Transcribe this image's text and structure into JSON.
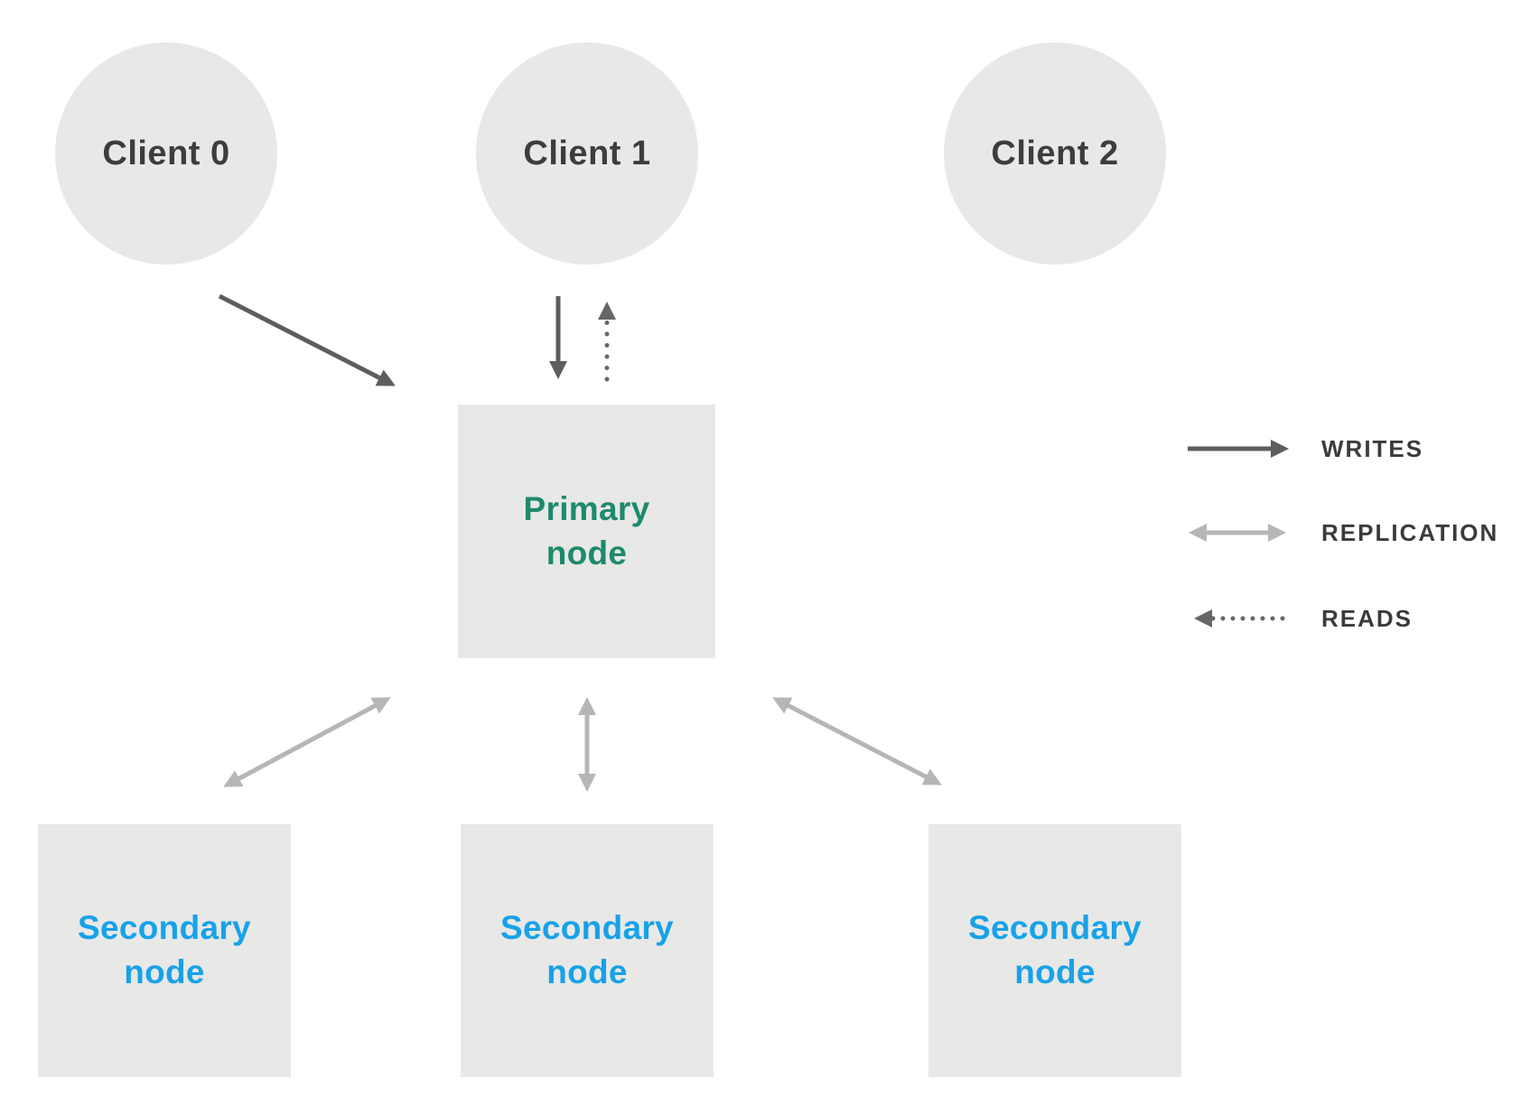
{
  "nodes": {
    "clients": [
      {
        "label": "Client 0"
      },
      {
        "label": "Client 1"
      },
      {
        "label": "Client 2"
      }
    ],
    "primary": {
      "label": "Primary\nnode"
    },
    "secondaries": [
      {
        "label": "Secondary\nnode"
      },
      {
        "label": "Secondary\nnode"
      },
      {
        "label": "Secondary\nnode"
      }
    ]
  },
  "legend": {
    "items": [
      {
        "label": "WRITES",
        "style": "solid-dark-arrow"
      },
      {
        "label": "REPLICATION",
        "style": "double-light-arrow"
      },
      {
        "label": "READS",
        "style": "dotted-dark-arrow"
      }
    ]
  },
  "colors": {
    "background": "#ffffff",
    "node_fill": "#e8e8e7",
    "client_label": "#3d3d3d",
    "primary_label": "#1e8a6d",
    "secondary_label": "#17a2e8",
    "writes_arrow": "#5d5d5d",
    "replication_arrow": "#b6b6b6",
    "reads_arrow": "#666666",
    "legend_label": "#3b3b3b"
  }
}
